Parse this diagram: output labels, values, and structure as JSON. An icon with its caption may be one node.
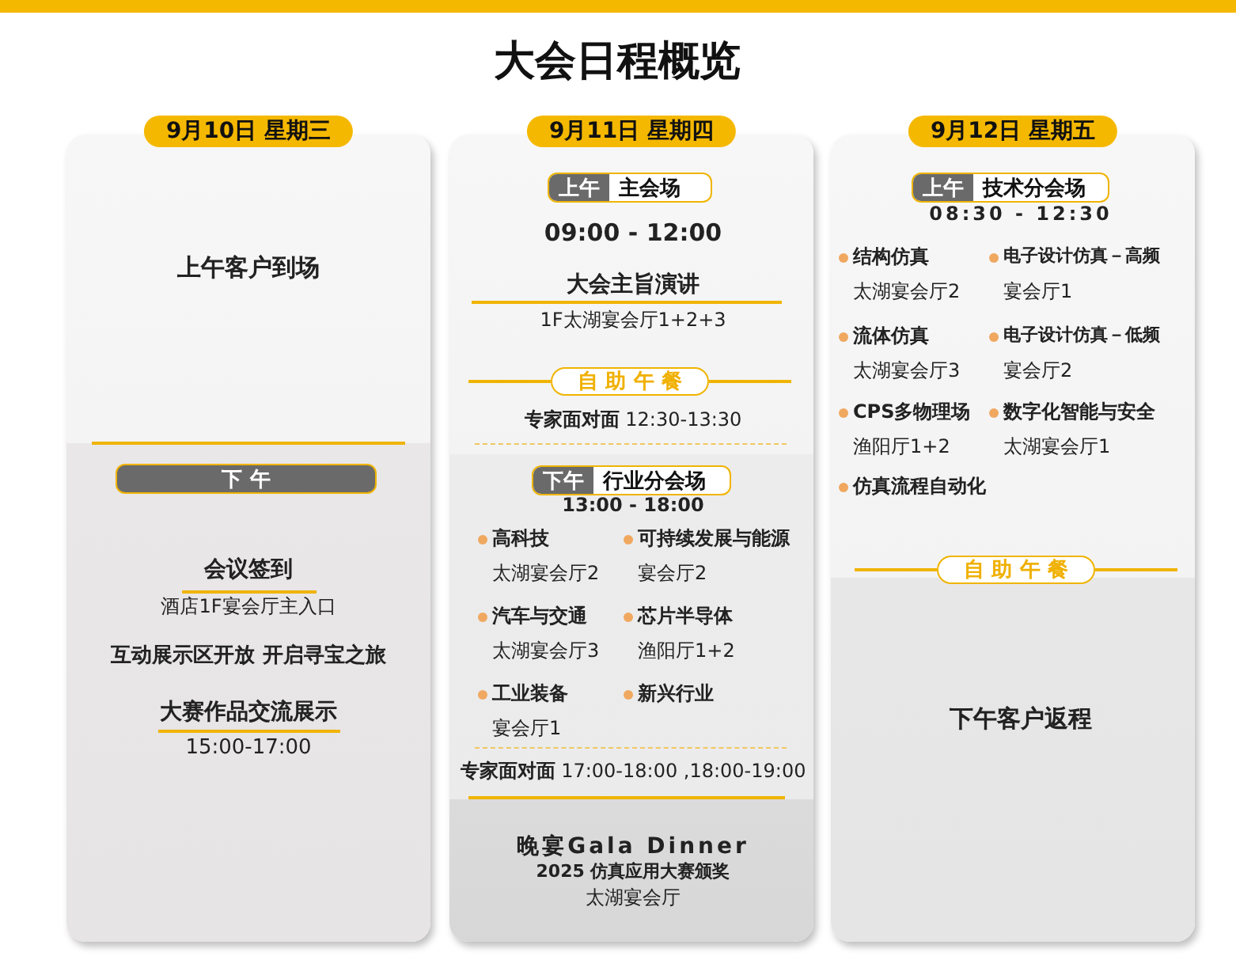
{
  "diagram": {
    "title": "大会日程概览",
    "nodes": [
      {
        "text": [
          "9月10日 星期三"
        ]
      },
      {
        "text": [
          "下 午"
        ],
        "in": 0
      },
      {
        "text": [
          "9月11日 星期四"
        ]
      },
      {
        "text": [
          "上午",
          "主会场"
        ],
        "in": 2
      },
      {
        "text": [
          "自 助 午 餐"
        ],
        "in": 2
      },
      {
        "text": [
          "下午",
          "行业分会场"
        ],
        "in": 2
      },
      {
        "text": [
          "9月12日 星期五"
        ]
      },
      {
        "text": [
          "上午",
          "技术分会场"
        ],
        "in": 6
      },
      {
        "text": [
          "自 助 午 餐"
        ],
        "in": 6
      }
    ],
    "labels": [
      "上午客户到场",
      "会议签到",
      "酒店1F宴会厅主入口",
      "互动展示区开放 开启寻宝之旅",
      "大赛作品交流展示",
      "15:00-17:00",
      "09:00 - 12:00",
      "大会主旨演讲",
      "1F太湖宴会厅1+2+3",
      "**专家面对面** 12:30-13:30",
      "13:00 - 18:00",
      "高科技",
      "可持续发展与能源",
      "太湖宴会厅2",
      "宴会厅2",
      "汽车与交通",
      "芯片半导体",
      "太湖宴会厅3",
      "渔阳厅1+2",
      "工业装备",
      "新兴行业",
      "宴会厅1",
      "**专家面对面** 17:00-18:00 ,18:00-19:00",
      "晚宴Gala Dinner",
      "2025 仿真应用大赛颁奖",
      "太湖宴会厅",
      "08:30 - 12:30",
      "结构仿真",
      "电子设计仿真－高频",
      "太湖宴会厅2",
      "宴会厅1",
      "流体仿真",
      "电子设计仿真－低频",
      "太湖宴会厅3",
      "宴会厅2",
      "CPS多物理场",
      "数字化智能与安全",
      "渔阳厅1+2",
      "太湖宴会厅1",
      "仿真流程自动化",
      "下午客户返程"
    ]
  }
}
